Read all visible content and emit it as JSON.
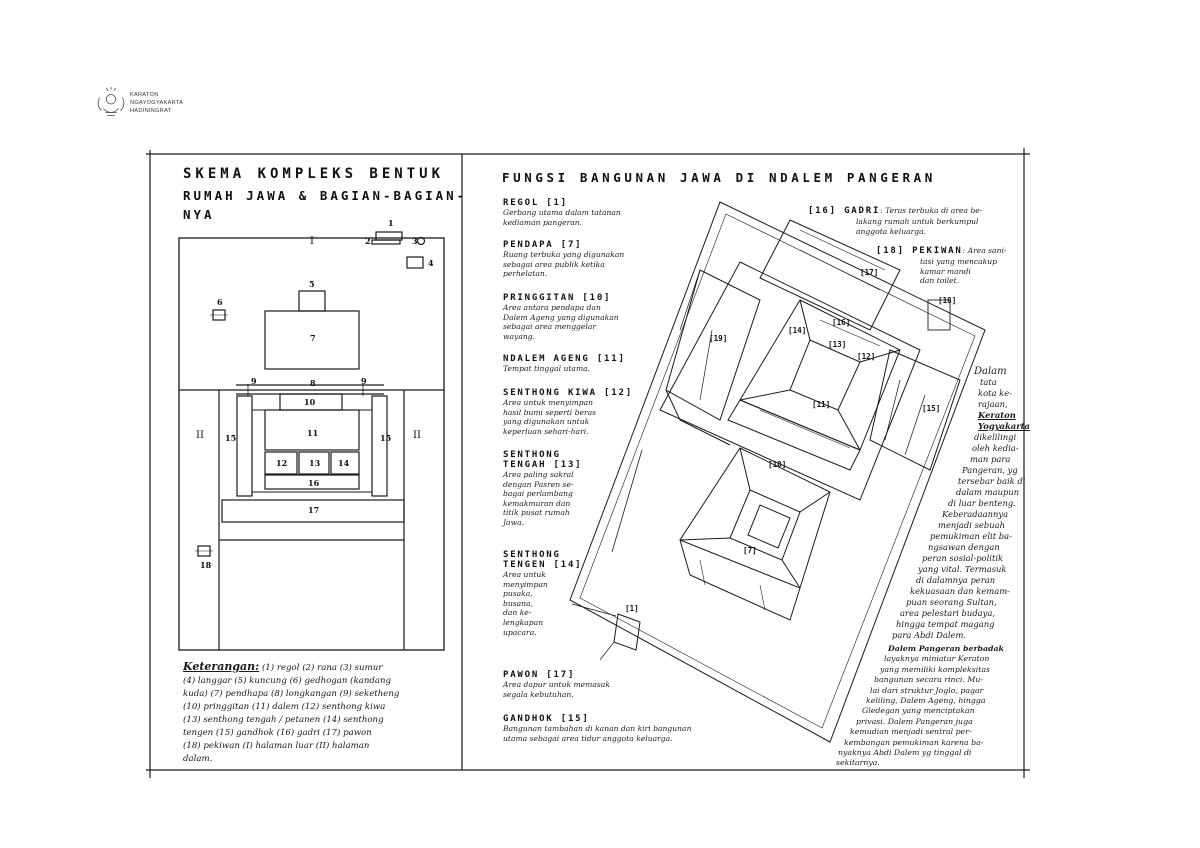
{
  "logo": {
    "lines": [
      "KARATON",
      "NGAYOGYAKARTA",
      "HADININGRAT"
    ]
  },
  "left_title": {
    "line1": "SKEMA KOMPLEKS BENTUK",
    "line2": "RUMAH JAWA & BAGIAN-BAGIAN-",
    "line3": "NYA"
  },
  "right_title": "FUNGSI BANGUNAN JAWA DI NDALEM PANGERAN",
  "plan": {
    "numbers": [
      "1",
      "2",
      "3",
      "4",
      "5",
      "6",
      "7",
      "8",
      "9",
      "9",
      "10",
      "11",
      "12",
      "13",
      "14",
      "15",
      "15",
      "16",
      "17",
      "18"
    ],
    "roman": [
      "I",
      "II",
      "II"
    ]
  },
  "legend": {
    "heading": "Keterangan:",
    "lines": [
      "(1) regol  (2) rana  (3) sumur",
      "(4) langgar  (5) kuncung  (6) gedhogan (kandang",
      "kuda)  (7) pendhapa  (8) longkangan  (9) seketheng",
      "(10) pringgitan  (11) dalem  (12) senthong kiwa",
      "(13) senthong tengah / petanen  (14) senthong",
      "tengen  (15) gandhok  (16) gadri  (17) pawon",
      "(18) pekiwan  (I) halaman luar  (II) halaman",
      "dalam."
    ]
  },
  "functions": [
    {
      "head": "REGOL [1]",
      "desc": [
        "Gerbang utama dalam tatanan",
        "kediaman pangeran."
      ]
    },
    {
      "head": "PENDAPA [7]",
      "desc": [
        "Ruang terbuka yang digunakan",
        "sebagai area publik ketika",
        "perhelatan."
      ]
    },
    {
      "head": "PRINGGITAN [10]",
      "desc": [
        "Area antara pendapa dan",
        "Dalem Ageng yang digunakan",
        "sebagai area menggelar",
        "wayang."
      ]
    },
    {
      "head": "NDALEM AGENG [11]",
      "desc": [
        "Tempat tinggal utama."
      ]
    },
    {
      "head": "SENTHONG KIWA [12]",
      "desc": [
        "Area untuk menyimpan",
        "hasil bumi seperti beras",
        "yang digunakan untuk",
        "keperluan sehari-hari."
      ]
    },
    {
      "head": "SENTHONG",
      "head2": "TENGAH [13]",
      "desc": [
        "Area paling sakral",
        "dengan Pasren se-",
        "bagai perlambang",
        "kemakmuran dan",
        "titik pusat rumah",
        "Jawa."
      ]
    },
    {
      "head": "SENTHONG",
      "head2": "TENGEN [14]",
      "desc": [
        "Area untuk",
        "menyimpan",
        "pusaka,",
        "busana,",
        "dan ke-",
        "lengkapan",
        "upacara."
      ]
    },
    {
      "head": "PAWON [17]",
      "desc": [
        "Area dapur untuk memasak",
        "segala kebutuhan."
      ]
    },
    {
      "head": "GANDHOK [15]",
      "desc": [
        "Bangunan tambahan di kanan dan kiri bangunan",
        "utama sebagai area tidur anggota keluarga."
      ]
    }
  ],
  "top_right_notes": [
    {
      "head": "[16] GADRI",
      "desc": [
        ": Teras terbuka di area be-",
        "lakang rumah untuk berkumpul",
        "anggota keluarga."
      ]
    },
    {
      "head": "[18] PEKIWAN",
      "desc": [
        ": Area sani-",
        "tasi yang mencakup",
        "kamar mandi",
        "dan toilet."
      ]
    }
  ],
  "iso_labels": [
    "[1]",
    "[7]",
    "[10]",
    "[11]",
    "[12]",
    "[13]",
    "[14]",
    "[15]",
    "[16]",
    "[17]",
    "[18]",
    "[19]"
  ],
  "side_note": [
    "Dalam",
    "tata",
    "kota ke-",
    "rajaan,",
    "Keraton",
    "Yogyakarta",
    "dikelilingi",
    "oleh kedia-",
    "man para",
    "Pangeran, yg",
    "tersebar baik di",
    "dalam maupun",
    "di luar benteng.",
    "Keberadaannya",
    "menjadi sebuah",
    "pemukiman elit ba-",
    "ngsawan dengan",
    "peran sosial-politik",
    "yang vital. Termasuk",
    "di dalamnya peran",
    "kekuasaan dan kemam-",
    "puan seorang Sultan,",
    "area pelestari budaya,",
    "hingga tempat magang",
    "para Abdi Dalem."
  ],
  "bottom_note": [
    "Dalem Pangeran berbadak",
    "layaknya miniatur Keraton",
    "yang memiliki kompleksitas",
    "bangunan secara rinci. Mu-",
    "lai dari struktur Joglo, pagar",
    "keliling, Dalem Ageng, hingga",
    "Gledegan yang menciptakan",
    "privasi. Dalem Pangeran juga",
    "kemudian menjadi sentral per-",
    "kembangan pemukiman karena ba-",
    "nyaknya Abdi Dalem yg tinggal di",
    "sekitarnya."
  ]
}
